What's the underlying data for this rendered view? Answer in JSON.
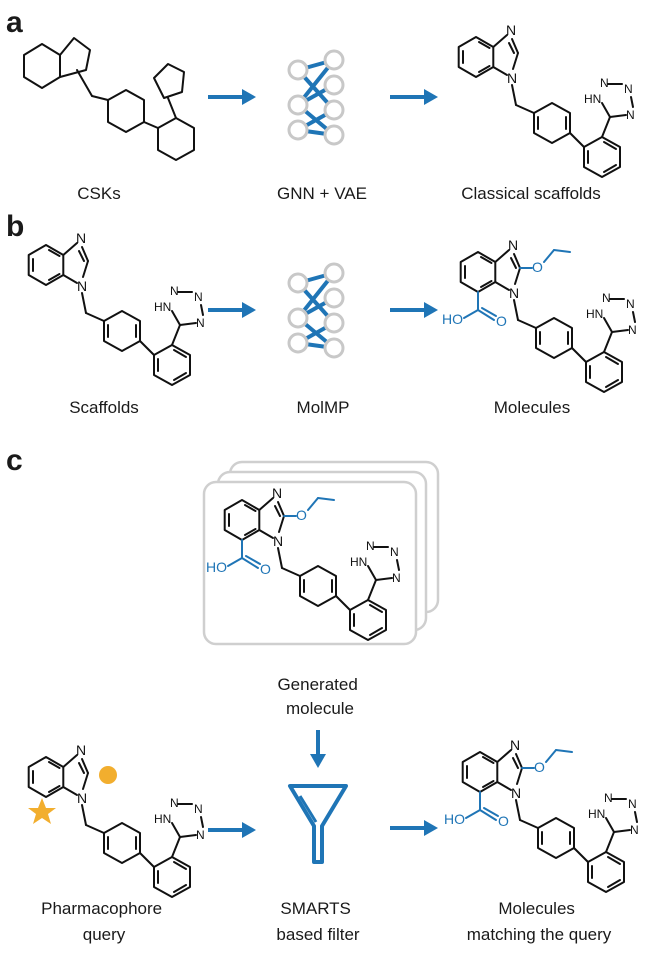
{
  "panels": [
    {
      "letter": "a",
      "captions": [
        "CSKs",
        "GNN + VAE",
        "Classical scaffolds"
      ]
    },
    {
      "letter": "b",
      "captions": [
        "Scaffolds",
        "MolMP",
        "Molecules"
      ]
    },
    {
      "letter": "c",
      "card_caption": [
        "Generated",
        "molecule"
      ],
      "captions": [
        [
          "Pharmacophore",
          "query"
        ],
        [
          "SMARTS",
          "based filter"
        ],
        [
          "Molecules",
          "matching the query"
        ]
      ]
    }
  ],
  "atom_labels": {
    "n": "N",
    "hn": "HN",
    "ho": "HO",
    "o": "O",
    "tetrazole_n1": "N",
    "tetrazole_n2": "N",
    "tetrazole_n3": "N",
    "tetrazole_nh": "H–N"
  },
  "colors": {
    "accent_blue": "#1f75b6",
    "node_gray": "#c8c8c8",
    "pharmacophore_orange": "#f2ae2e",
    "text": "#1a1a1a"
  }
}
